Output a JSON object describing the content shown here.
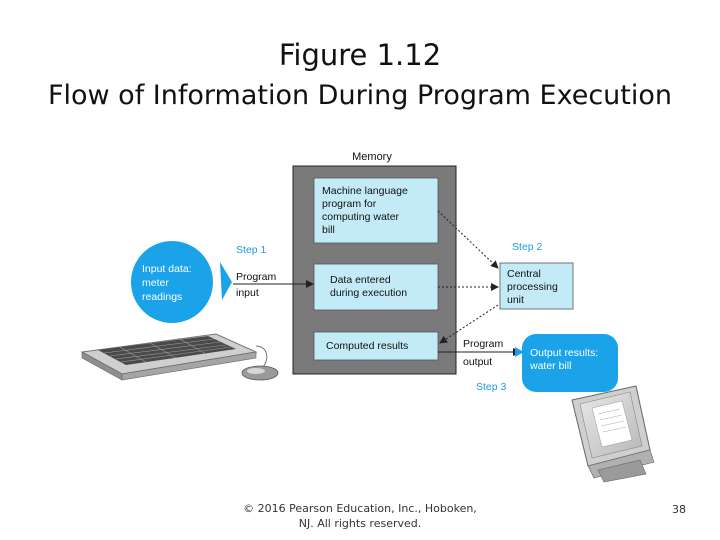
{
  "title": "Figure 1.12",
  "subtitle": "Flow of Information During Program Execution",
  "diagram": {
    "memory_label": "Memory",
    "memory_cells": {
      "program": [
        "Machine language",
        "program for",
        "computing water",
        "bill"
      ],
      "data": [
        "Data entered",
        "during execution"
      ],
      "results": "Computed results"
    },
    "input_bubble": [
      "Input data:",
      "meter",
      "readings"
    ],
    "program_input_label": [
      "Program",
      "input"
    ],
    "step1": "Step 1",
    "step2": "Step 2",
    "step3": "Step 3",
    "cpu": [
      "Central",
      "processing",
      "unit"
    ],
    "program_output_label": [
      "Program",
      "output"
    ],
    "output_bubble": [
      "Output results:",
      "water bill"
    ]
  },
  "footer": {
    "line1": "© 2016 Pearson Education, Inc., Hoboken,",
    "line2": "NJ.  All rights reserved."
  },
  "page_number": "38",
  "colors": {
    "memory_fill": "#7a7a7a",
    "cell_fill": "#c3ebf7",
    "accent_blue": "#1aa3e8",
    "step_text": "#1a9ce0"
  }
}
